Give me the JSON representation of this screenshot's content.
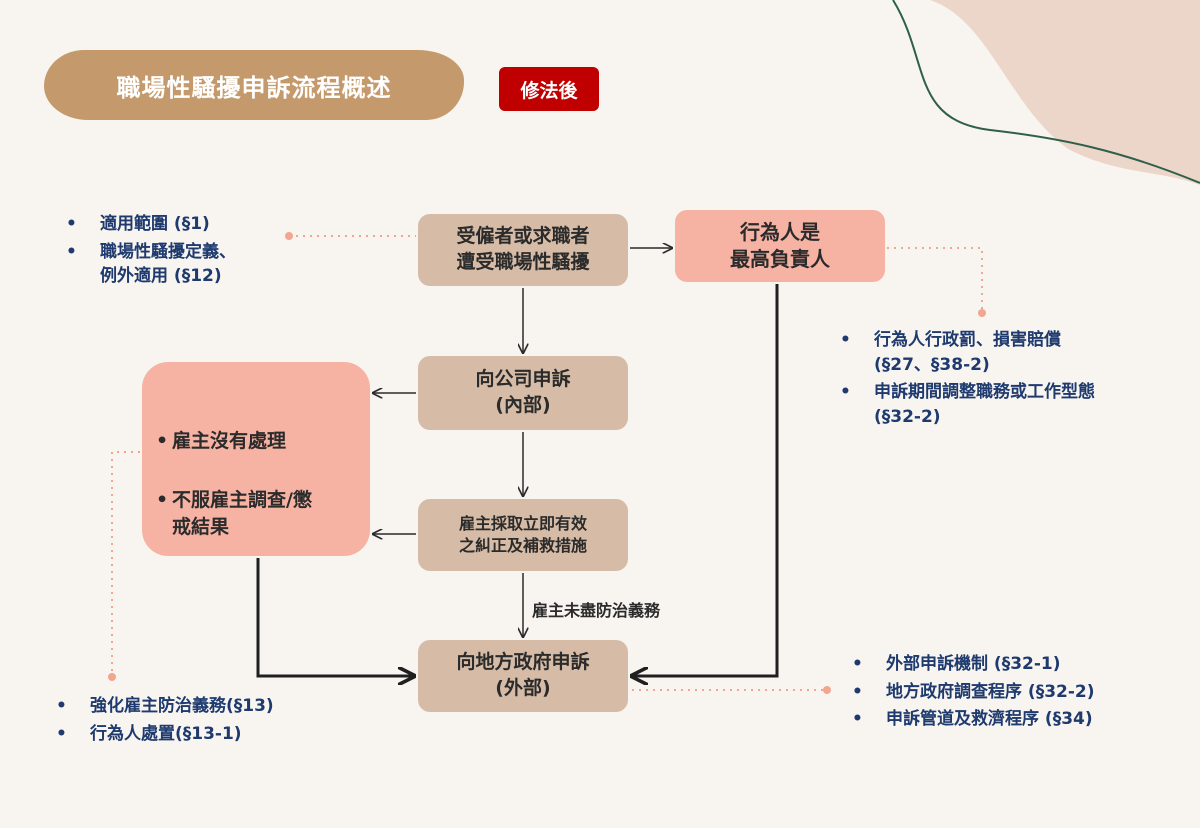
{
  "title": "職場性騷擾申訴流程概述",
  "badge": "修法後",
  "nodes": {
    "start": "受僱者或求職者\n遭受職場性騷擾",
    "perpetrator": "行為人是\n最高負責人",
    "internal": "向公司申訴\n(內部)",
    "remedy": "雇主採取立即有效\n之糾正及補救措施",
    "external": "向地方政府申訴\n(外部)",
    "employer_fail": [
      "雇主沒有處理",
      "不服雇主調查/懲\n戒結果"
    ]
  },
  "edge_label": "雇主未盡防治義務",
  "notes": {
    "scope": [
      "適用範圍 (§1)",
      "職場性騷擾定義、\n例外適用 (§12)"
    ],
    "penalty": [
      "行為人行政罰、損害賠償\n(§27、§38-2)",
      "申訴期間調整職務或工作型態\n(§32-2)"
    ],
    "employer": [
      "強化雇主防治義務(§13)",
      "行為人處置(§13-1)"
    ],
    "external": [
      "外部申訴機制 (§32-1)",
      "地方政府調查程序 (§32-2)",
      "申訴管道及救濟程序 (§34)"
    ]
  },
  "colors": {
    "title_bg": "#c49a6c",
    "badge_bg": "#c00000",
    "node_tan": "#d6bca6",
    "node_pink": "#f6b3a3",
    "note_text": "#1e3a6e",
    "connector": "#f2a58f",
    "background": "#f8f5f0"
  }
}
